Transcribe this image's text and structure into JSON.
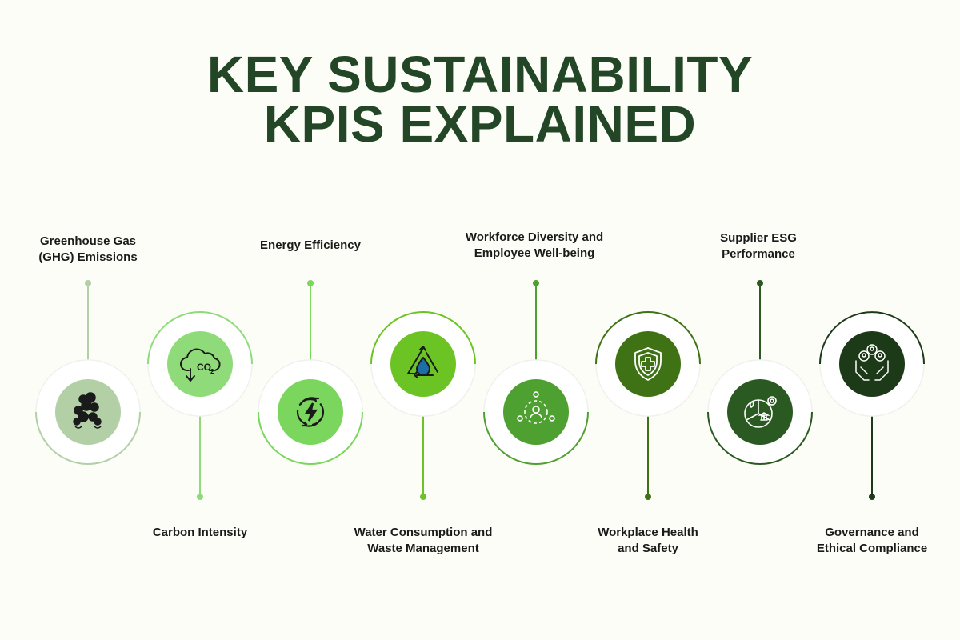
{
  "title": {
    "line1": "KEY SUSTAINABILITY",
    "line2": "KPIS EXPLAINED"
  },
  "kpis": [
    {
      "label_line1": "Greenhouse Gas",
      "label_line2": "(GHG) Emissions",
      "color": "#b3cfa6",
      "icon": "smoke-icon"
    },
    {
      "label_line1": "Carbon Intensity",
      "label_line2": "",
      "color": "#8fdb7a",
      "icon": "co2-cloud-icon"
    },
    {
      "label_line1": "Energy Efficiency",
      "label_line2": "",
      "color": "#7ad65c",
      "icon": "lightning-cycle-icon"
    },
    {
      "label_line1": "Water Consumption and",
      "label_line2": "Waste Management",
      "color": "#6bc424",
      "icon": "water-recycle-icon"
    },
    {
      "label_line1": "Workforce Diversity and",
      "label_line2": "Employee Well-being",
      "color": "#4ea030",
      "icon": "people-gear-icon"
    },
    {
      "label_line1": "Workplace Health",
      "label_line2": "and Safety",
      "color": "#3e7214",
      "icon": "health-shield-icon"
    },
    {
      "label_line1": "Supplier ESG",
      "label_line2": "Performance",
      "color": "#2a5a22",
      "icon": "esg-gear-icon"
    },
    {
      "label_line1": "Governance and",
      "label_line2": "Ethical Compliance",
      "color": "#1c3a17",
      "icon": "hands-people-icon"
    }
  ]
}
